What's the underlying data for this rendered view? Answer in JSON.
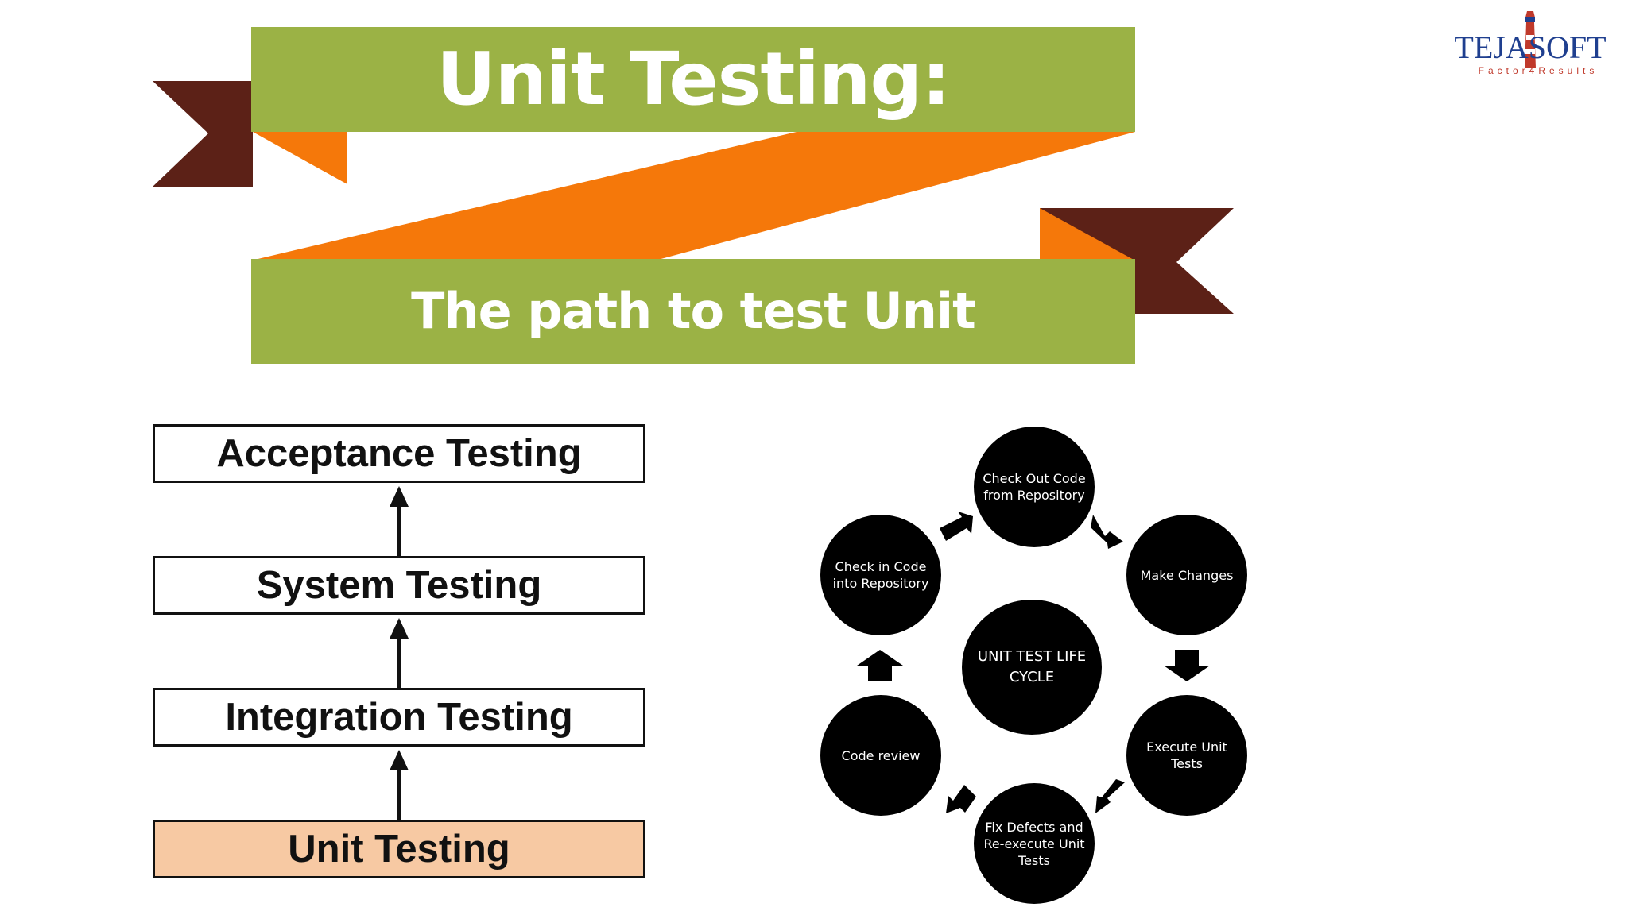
{
  "banner": {
    "title": "Unit Testing:",
    "subtitle": "The path to test Unit",
    "colors": {
      "green": "#9bb245",
      "orange": "#f5780a",
      "maroon": "#5c2117"
    }
  },
  "levels": [
    {
      "label": "Acceptance Testing"
    },
    {
      "label": "System Testing"
    },
    {
      "label": "Integration Testing"
    },
    {
      "label": "Unit Testing",
      "highlighted": true,
      "highlight_color": "#f7c9a3"
    }
  ],
  "cycle": {
    "center": "UNIT TEST LIFE CYCLE",
    "steps": [
      "Check Out Code from Repository",
      "Make Changes",
      "Execute Unit Tests",
      "Fix Defects and Re-execute Unit Tests",
      "Code review",
      "Check in Code into Repository"
    ]
  },
  "logo": {
    "name": "TEJASOFT",
    "tagline": "Factor4Results"
  }
}
